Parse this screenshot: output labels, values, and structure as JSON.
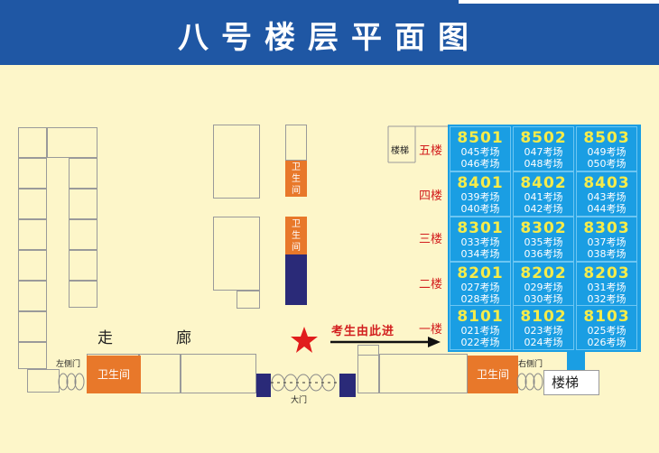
{
  "header": {
    "title": "八号楼层平面图"
  },
  "colors": {
    "header": "#1f57a4",
    "room": "#1a9ee3",
    "room_number": "#f6ec4a",
    "restroom": "#e8782a",
    "entrance_arrow": "#d21e1e"
  },
  "floors": [
    {
      "label": "五楼",
      "rooms": [
        {
          "number": "8501",
          "a": "045考场",
          "b": "046考场"
        },
        {
          "number": "8502",
          "a": "047考场",
          "b": "048考场"
        },
        {
          "number": "8503",
          "a": "049考场",
          "b": "050考场"
        }
      ]
    },
    {
      "label": "四楼",
      "rooms": [
        {
          "number": "8401",
          "a": "039考场",
          "b": "040考场"
        },
        {
          "number": "8402",
          "a": "041考场",
          "b": "042考场"
        },
        {
          "number": "8403",
          "a": "043考场",
          "b": "044考场"
        }
      ]
    },
    {
      "label": "三楼",
      "rooms": [
        {
          "number": "8301",
          "a": "033考场",
          "b": "034考场"
        },
        {
          "number": "8302",
          "a": "035考场",
          "b": "036考场"
        },
        {
          "number": "8303",
          "a": "037考场",
          "b": "038考场"
        }
      ]
    },
    {
      "label": "二楼",
      "rooms": [
        {
          "number": "8201",
          "a": "027考场",
          "b": "028考场"
        },
        {
          "number": "8202",
          "a": "029考场",
          "b": "030考场"
        },
        {
          "number": "8203",
          "a": "031考场",
          "b": "032考场"
        }
      ]
    },
    {
      "label": "一楼",
      "rooms": [
        {
          "number": "8101",
          "a": "021考场",
          "b": "022考场"
        },
        {
          "number": "8102",
          "a": "023考场",
          "b": "024考场"
        },
        {
          "number": "8103",
          "a": "025考场",
          "b": "026考场"
        }
      ]
    }
  ],
  "labels": {
    "stairs_top": "楼梯",
    "stairs_bottom": "楼梯",
    "restroom_v1": "卫生间",
    "restroom_v2": "卫生间",
    "restroom_left": "卫生间",
    "restroom_right": "卫生间",
    "corridor_1": "走",
    "corridor_2": "廊",
    "entrance_text": "考生由此进",
    "left_door": "左侧门",
    "right_door": "右侧门",
    "main_door": "大门"
  },
  "star_icon": "red-star"
}
